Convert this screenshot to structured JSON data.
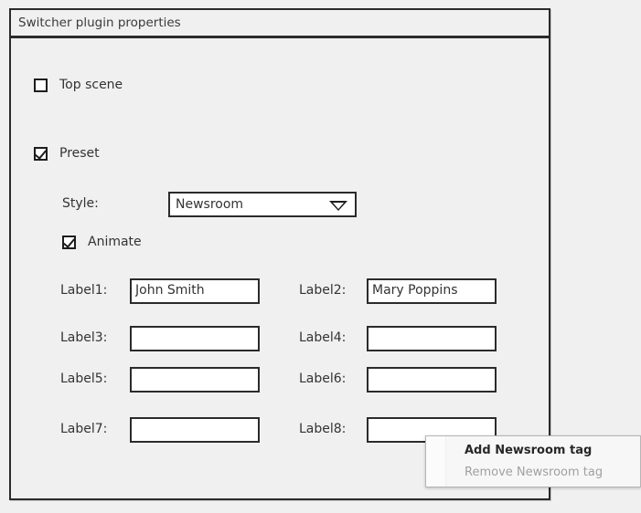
{
  "window": {
    "title": "Switcher plugin properties"
  },
  "form": {
    "top_scene": {
      "label": "Top scene",
      "checked": false
    },
    "preset": {
      "label": "Preset",
      "checked": true
    },
    "style": {
      "label": "Style:",
      "value": "Newsroom"
    },
    "animate": {
      "label": "Animate",
      "checked": true
    },
    "label_rows": [
      {
        "left": {
          "label": "Label1:",
          "value": "John Smith"
        },
        "right": {
          "label": "Label2:",
          "value": "Mary Poppins"
        }
      },
      {
        "left": {
          "label": "Label3:",
          "value": ""
        },
        "right": {
          "label": "Label4:",
          "value": ""
        }
      },
      {
        "left": {
          "label": "Label5:",
          "value": ""
        },
        "right": {
          "label": "Label6:",
          "value": ""
        }
      },
      {
        "left": {
          "label": "Label7:",
          "value": ""
        },
        "right": {
          "label": "Label8:",
          "value": ""
        }
      }
    ]
  },
  "context_menu": {
    "items": [
      {
        "label": "Add Newsroom tag",
        "enabled": true
      },
      {
        "label": "Remove Newsroom tag",
        "enabled": false
      }
    ]
  },
  "colors": {
    "dialog_background": "#f0f0f0",
    "border": "#2b2b2b",
    "field_background": "#ffffff",
    "text": "#333333",
    "menu_background": "#f7f7f7",
    "menu_disabled_text": "#a0a0a0"
  }
}
